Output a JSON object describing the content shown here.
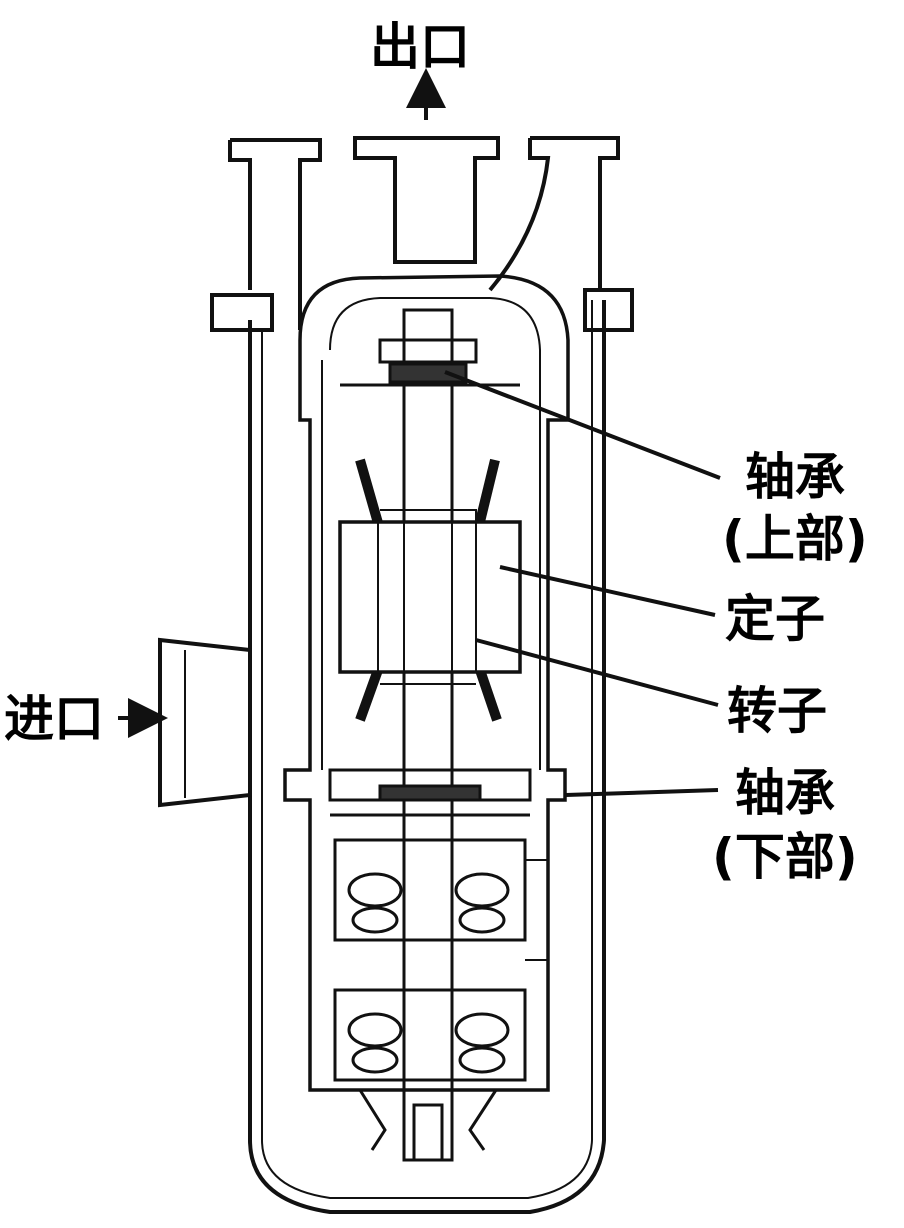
{
  "labels": {
    "outlet": "出口",
    "inlet": "进口",
    "bearing_upper_line1": "轴承",
    "bearing_upper_line2": "(上部)",
    "stator": "定子",
    "rotor": "转子",
    "bearing_lower_line1": "轴承",
    "bearing_lower_line2": "(下部)"
  },
  "colors": {
    "line": "#111111",
    "background": "#ffffff"
  }
}
